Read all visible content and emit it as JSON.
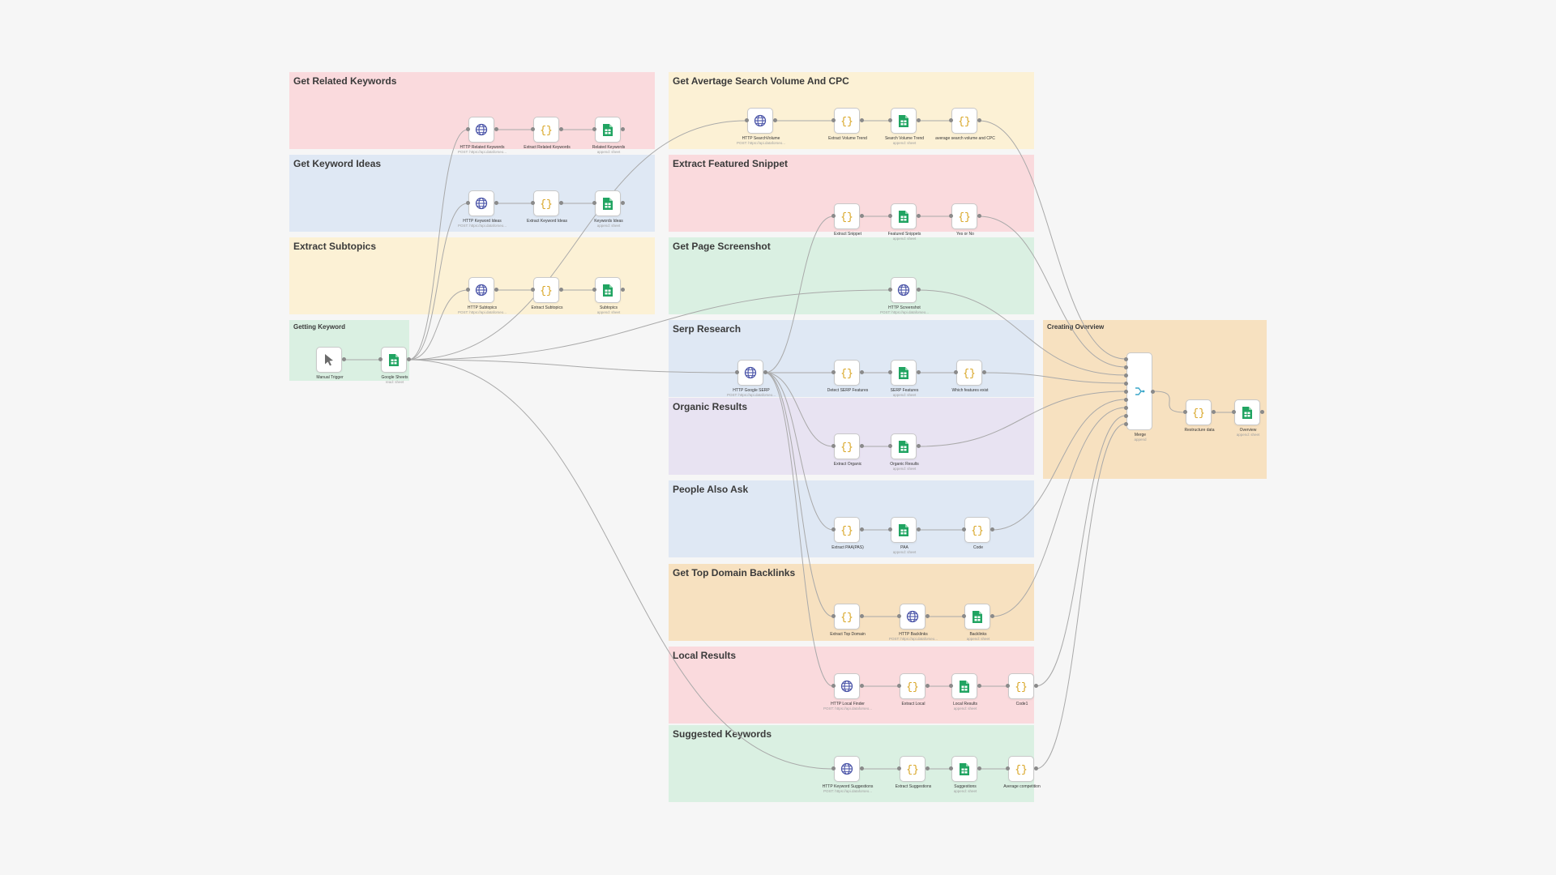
{
  "colors": {
    "red": "#fadadd",
    "yellow": "#fcf1d5",
    "blue": "#dfe8f4",
    "green": "#daf0e2",
    "purple": "#e8e3f2",
    "orange": "#f7e1c0",
    "http_icon": "#4b55a8",
    "code_icon": "#d7a21c",
    "sheet_icon": "#21a462"
  },
  "groups": {
    "related_keywords": "Get Related Keywords",
    "keyword_ideas": "Get Keyword Ideas",
    "subtopics": "Extract Subtopics",
    "getting_keyword": "Getting Keyword",
    "search_volume": "Get Avertage Search Volume And CPC",
    "featured_snippet": "Extract Featured Snippet",
    "page_screenshot": "Get Page Screenshot",
    "serp_research": "Serp Research",
    "organic_results": "Organic Results",
    "people_also_ask": "People Also Ask",
    "top_domain_backlinks": "Get Top Domain Backlinks",
    "local_results": "Local Results",
    "suggested_keywords": "Suggested Keywords",
    "creating_overview": "Creating Overview"
  },
  "nodes": {
    "manual_trigger": {
      "label": "Manual Trigger",
      "sub": "",
      "icon": "cursor-icon"
    },
    "google_sheets": {
      "label": "Google Sheets",
      "sub": "read: sheet",
      "icon": "sheets-icon"
    },
    "http_related": {
      "label": "HTTP Related Keywords",
      "sub": "POST: https://api.dataforseo...",
      "icon": "globe-icon"
    },
    "extract_related": {
      "label": "Extract Related Keywords",
      "sub": "",
      "icon": "code-icon"
    },
    "related_keywords_sheet": {
      "label": "Related Keywords",
      "sub": "append: sheet",
      "icon": "sheets-icon"
    },
    "http_keyword_ideas": {
      "label": "HTTP Keyword Ideas",
      "sub": "POST: https://api.dataforseo...",
      "icon": "globe-icon"
    },
    "extract_keyword_ideas": {
      "label": "Extract Keyword Ideas",
      "sub": "",
      "icon": "code-icon"
    },
    "keywords_ideas_sheet": {
      "label": "Keywords Ideas",
      "sub": "append: sheet",
      "icon": "sheets-icon"
    },
    "http_subtopics": {
      "label": "HTTP Subtopics",
      "sub": "POST: https://api.dataforseo...",
      "icon": "globe-icon"
    },
    "extract_subtopics": {
      "label": "Extract Subtopics",
      "sub": "",
      "icon": "code-icon"
    },
    "subtopics_sheet": {
      "label": "Subtopics",
      "sub": "append: sheet",
      "icon": "sheets-icon"
    },
    "http_search_volume": {
      "label": "HTTP SearchVolume",
      "sub": "POST: https://api.dataforseo...",
      "icon": "globe-icon"
    },
    "extract_volume_trend": {
      "label": "Extract Volume Trend",
      "sub": "",
      "icon": "code-icon"
    },
    "search_volume_trend": {
      "label": "Search Volume Trend",
      "sub": "append: sheet",
      "icon": "sheets-icon"
    },
    "average_search_volume": {
      "label": "average search volume and CPC",
      "sub": "",
      "icon": "code-icon"
    },
    "extract_snippet": {
      "label": "Extract Snippet",
      "sub": "",
      "icon": "code-icon"
    },
    "featured_snippets": {
      "label": "Featured Snippets",
      "sub": "append: sheet",
      "icon": "sheets-icon"
    },
    "yes_or_no": {
      "label": "Yes or No",
      "sub": "",
      "icon": "code-icon"
    },
    "http_screenshot": {
      "label": "HTTP Screenshot",
      "sub": "POST: https://api.dataforseo...",
      "icon": "globe-icon"
    },
    "http_google_serp": {
      "label": "HTTP Google SERP",
      "sub": "POST: https://api.dataforseo...",
      "icon": "globe-icon"
    },
    "detect_serp_features": {
      "label": "Detect SERP Features",
      "sub": "",
      "icon": "code-icon"
    },
    "serp_features": {
      "label": "SERP Features",
      "sub": "append: sheet",
      "icon": "sheets-icon"
    },
    "which_features_exist": {
      "label": "Which features exist",
      "sub": "",
      "icon": "code-icon"
    },
    "extract_organic": {
      "label": "Extract Organic",
      "sub": "",
      "icon": "code-icon"
    },
    "organic_results_sheet": {
      "label": "Organic Results",
      "sub": "append: sheet",
      "icon": "sheets-icon"
    },
    "extract_paa": {
      "label": "Extract PAA(PAS)",
      "sub": "",
      "icon": "code-icon"
    },
    "paa_sheet": {
      "label": "PAA",
      "sub": "append: sheet",
      "icon": "sheets-icon"
    },
    "code": {
      "label": "Code",
      "sub": "",
      "icon": "code-icon"
    },
    "extract_top_domain": {
      "label": "Extract Top Domain",
      "sub": "",
      "icon": "code-icon"
    },
    "http_backlinks": {
      "label": "HTTP Backlinks",
      "sub": "POST: https://api.dataforseo...",
      "icon": "globe-icon"
    },
    "backlinks_sheet": {
      "label": "Backlinks",
      "sub": "append: sheet",
      "icon": "sheets-icon"
    },
    "http_local_finder": {
      "label": "HTTP Local Finder",
      "sub": "POST: https://api.dataforseo...",
      "icon": "globe-icon"
    },
    "extract_local": {
      "label": "Extract Local",
      "sub": "",
      "icon": "code-icon"
    },
    "local_results_sheet": {
      "label": "Local Results",
      "sub": "append: sheet",
      "icon": "sheets-icon"
    },
    "code1": {
      "label": "Code1",
      "sub": "",
      "icon": "code-icon"
    },
    "http_keyword_suggestions": {
      "label": "HTTP Keyword Suggestions",
      "sub": "POST: https://api.dataforseo...",
      "icon": "globe-icon"
    },
    "extract_suggestions": {
      "label": "Extract Suggestions",
      "sub": "",
      "icon": "code-icon"
    },
    "suggestions_sheet": {
      "label": "Suggestions",
      "sub": "append: sheet",
      "icon": "sheets-icon"
    },
    "average_competition": {
      "label": "Average competition",
      "sub": "",
      "icon": "code-icon"
    },
    "merge": {
      "label": "Merge",
      "sub": "append",
      "icon": "merge-icon"
    },
    "restructure_data": {
      "label": "Restructure data",
      "sub": "",
      "icon": "code-icon"
    },
    "overview_sheet": {
      "label": "Overview",
      "sub": "append: sheet",
      "icon": "sheets-icon"
    }
  }
}
